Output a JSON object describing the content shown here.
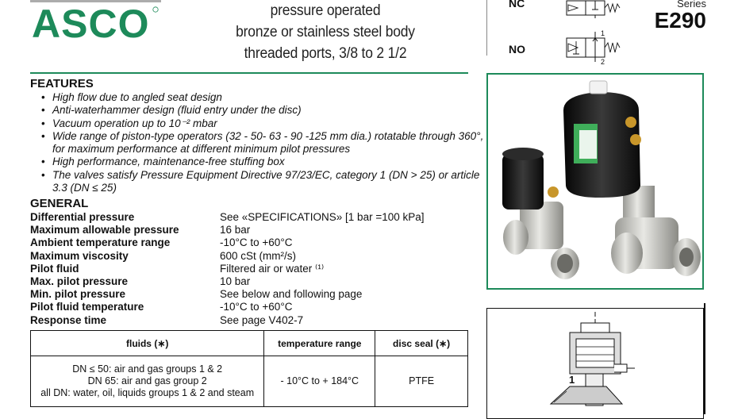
{
  "logo_text": "ASCO",
  "header": {
    "title_lines": [
      "pressure operated",
      "bronze or stainless steel body",
      "threaded ports, 3/8 to 2 1/2"
    ]
  },
  "symbols": {
    "nc_label": "NC",
    "no_label": "NO",
    "port_1": "1",
    "port_2": "2",
    "series_label": "Series",
    "series_number": "E290"
  },
  "features": {
    "heading": "FEATURES",
    "items": [
      "High flow due to angled seat design",
      "Anti-waterhammer design (fluid entry under the disc)",
      "Vacuum operation up to 10⁻² mbar",
      "Wide range of piston-type operators (32 - 50- 63 - 90 -125 mm dia.) rotatable through 360°, for maximum performance at different minimum pilot pressures",
      "High performance, maintenance-free stuffing box",
      "The valves satisfy Pressure Equipment Directive 97/23/EC, category 1 (DN > 25) or article 3.3 (DN ≤ 25)"
    ]
  },
  "general": {
    "heading": "GENERAL",
    "rows": [
      {
        "label": "Differential pressure",
        "value": "See «SPECIFICATIONS»  [1 bar =100 kPa]"
      },
      {
        "label": "Maximum allowable pressure",
        "value": "16 bar"
      },
      {
        "label": "Ambient temperature range",
        "value": "-10°C to +60°C"
      },
      {
        "label": "Maximum viscosity",
        "value": "600 cSt (mm²/s)"
      },
      {
        "label": "Pilot fluid",
        "value": "Filtered air or water ⁽¹⁾"
      },
      {
        "label": "Max. pilot pressure",
        "value": "10 bar"
      },
      {
        "label": "Min. pilot pressure",
        "value": "See below and following page"
      },
      {
        "label": "Pilot fluid temperature",
        "value": "-10°C to +60°C"
      },
      {
        "label": "Response time",
        "value": "See page V402-7"
      }
    ]
  },
  "fluids_table": {
    "headers": [
      "fluids (∗)",
      "temperature range",
      "disc seal (∗)"
    ],
    "fluids_lines": [
      "DN ≤ 50: air and gas groups 1 & 2",
      "DN 65: air and gas group 2",
      "all DN: water, oil, liquids groups 1 & 2 and steam"
    ],
    "temperature": "- 10°C to + 184°C",
    "disc_seal": "PTFE"
  },
  "section_drawing": {
    "port_label": "1"
  },
  "colors": {
    "brand_green": "#1d8a5a",
    "actuator_black": "#1a1a1a",
    "label_green": "#3fae5a"
  }
}
